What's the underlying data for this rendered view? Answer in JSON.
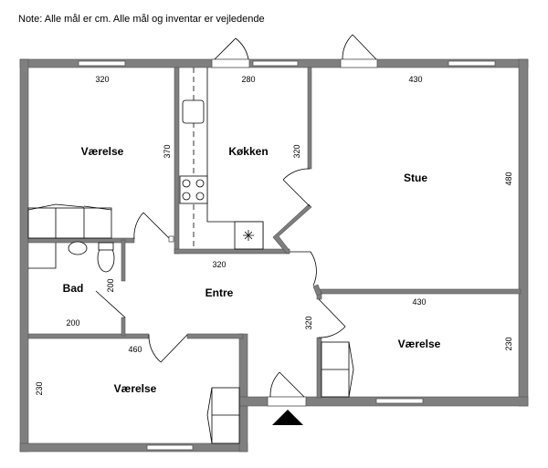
{
  "note": "Note: Alle mål er cm. Alle mål og inventar er vejledende",
  "rooms": {
    "vaerelse_nw": {
      "name": "Værelse",
      "width": "320",
      "depth": "370"
    },
    "kokken": {
      "name": "Køkken",
      "width": "280",
      "depth": "320"
    },
    "stue": {
      "name": "Stue",
      "width": "430",
      "depth": "480"
    },
    "bad": {
      "name": "Bad",
      "width": "200",
      "depth": "200"
    },
    "entre": {
      "name": "Entre",
      "width": "320",
      "depth": "320"
    },
    "vaerelse_sw": {
      "name": "Værelse",
      "width": "460",
      "depth": "230"
    },
    "vaerelse_se": {
      "name": "Værelse",
      "width": "430",
      "depth": "230"
    }
  },
  "colors": {
    "wall": "#7f7f7f",
    "line": "#000000"
  },
  "icons": {
    "entrance": "entrance-arrow-icon"
  }
}
